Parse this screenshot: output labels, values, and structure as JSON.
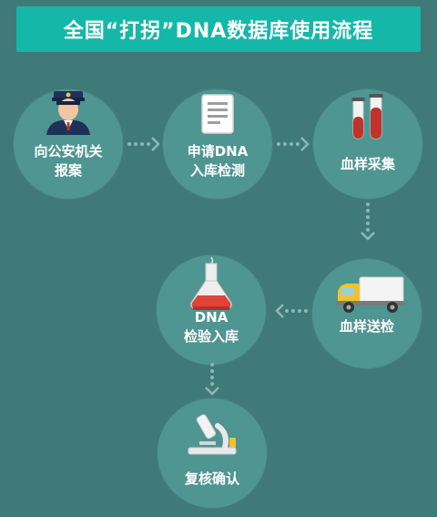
{
  "header": {
    "title": "全国“打拐”DNA数据库使用流程"
  },
  "steps": [
    {
      "line1": "向公安机关",
      "line2": "报案",
      "icon": "police-officer-icon"
    },
    {
      "line1": "申请DNA",
      "line2": "入库检测",
      "icon": "document-icon"
    },
    {
      "line1": "血样采集",
      "line2": "",
      "icon": "test-tubes-icon"
    },
    {
      "line1": "血样送检",
      "line2": "",
      "icon": "delivery-truck-icon"
    },
    {
      "line1": "DNA",
      "line2": "检验入库",
      "icon": "flask-icon"
    },
    {
      "line1": "复核确认",
      "line2": "",
      "icon": "microscope-icon"
    }
  ],
  "colors": {
    "background": "#3f7a79",
    "title_bar": "#15b8a8",
    "circle": "#4f9592",
    "arrow": "#8ab8b4"
  }
}
